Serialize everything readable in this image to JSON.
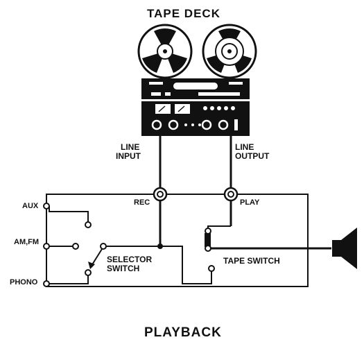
{
  "diagram": {
    "title": "TAPE DECK",
    "caption": "PLAYBACK",
    "tape_deck": {
      "line_input_label_1": "LINE",
      "line_input_label_2": "INPUT",
      "line_output_label_1": "LINE",
      "line_output_label_2": "OUTPUT"
    },
    "jacks": {
      "rec": "REC",
      "play": "PLAY"
    },
    "inputs": {
      "aux": "AUX",
      "am_fm": "AM,FM",
      "phono": "PHONO"
    },
    "selector_switch_1": "SELECTOR",
    "selector_switch_2": "SWITCH",
    "tape_switch": "TAPE SWITCH"
  }
}
